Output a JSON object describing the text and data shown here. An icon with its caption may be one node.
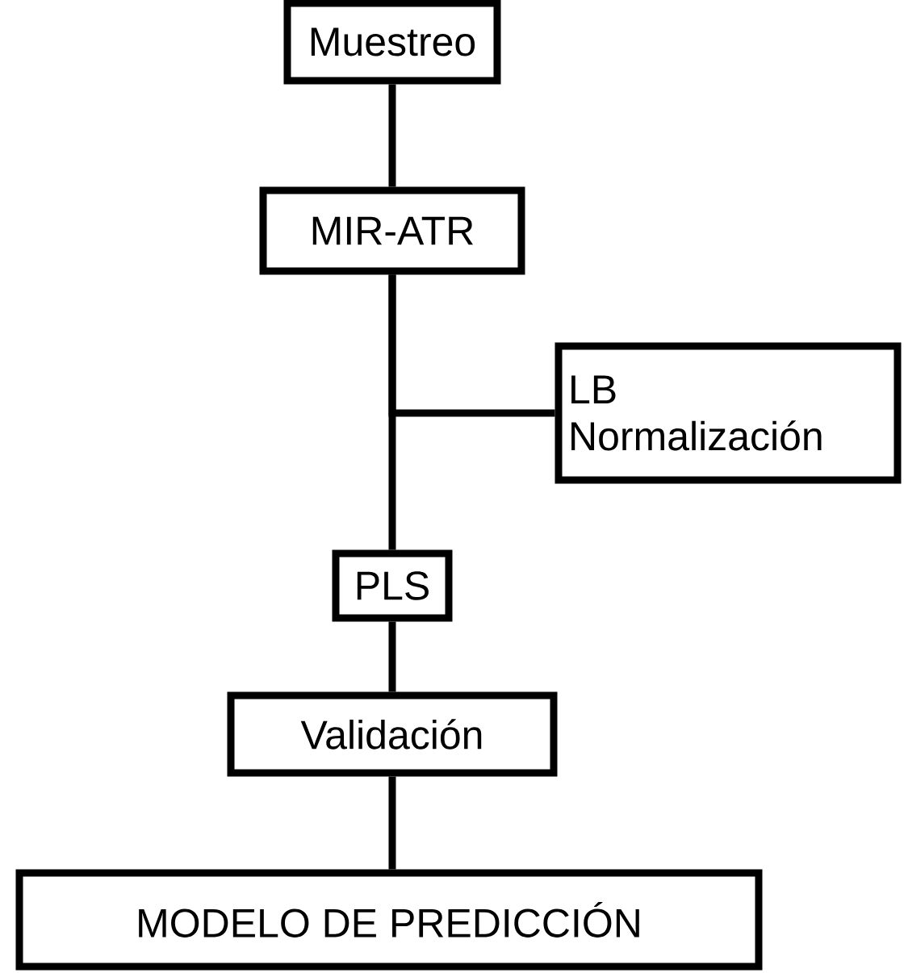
{
  "diagram": {
    "nodes": [
      {
        "text": [
          "Muestreo"
        ]
      },
      {
        "text": [
          "MIR-ATR"
        ]
      },
      {
        "text": [
          "LB",
          "Normalización"
        ]
      },
      {
        "text": [
          "PLS"
        ]
      },
      {
        "text": [
          "Validación"
        ]
      },
      {
        "text": [
          "MODELO DE PREDICCIÓN"
        ]
      }
    ],
    "edges": [
      {
        "from": 0,
        "to": 1,
        "arrow": "none"
      },
      {
        "from": 1,
        "to": 3,
        "arrow": "none"
      },
      {
        "from": 1,
        "to": 2,
        "arrow": "none"
      },
      {
        "from": 3,
        "to": 4,
        "arrow": "none"
      },
      {
        "from": 4,
        "to": 5,
        "arrow": "none"
      }
    ]
  }
}
